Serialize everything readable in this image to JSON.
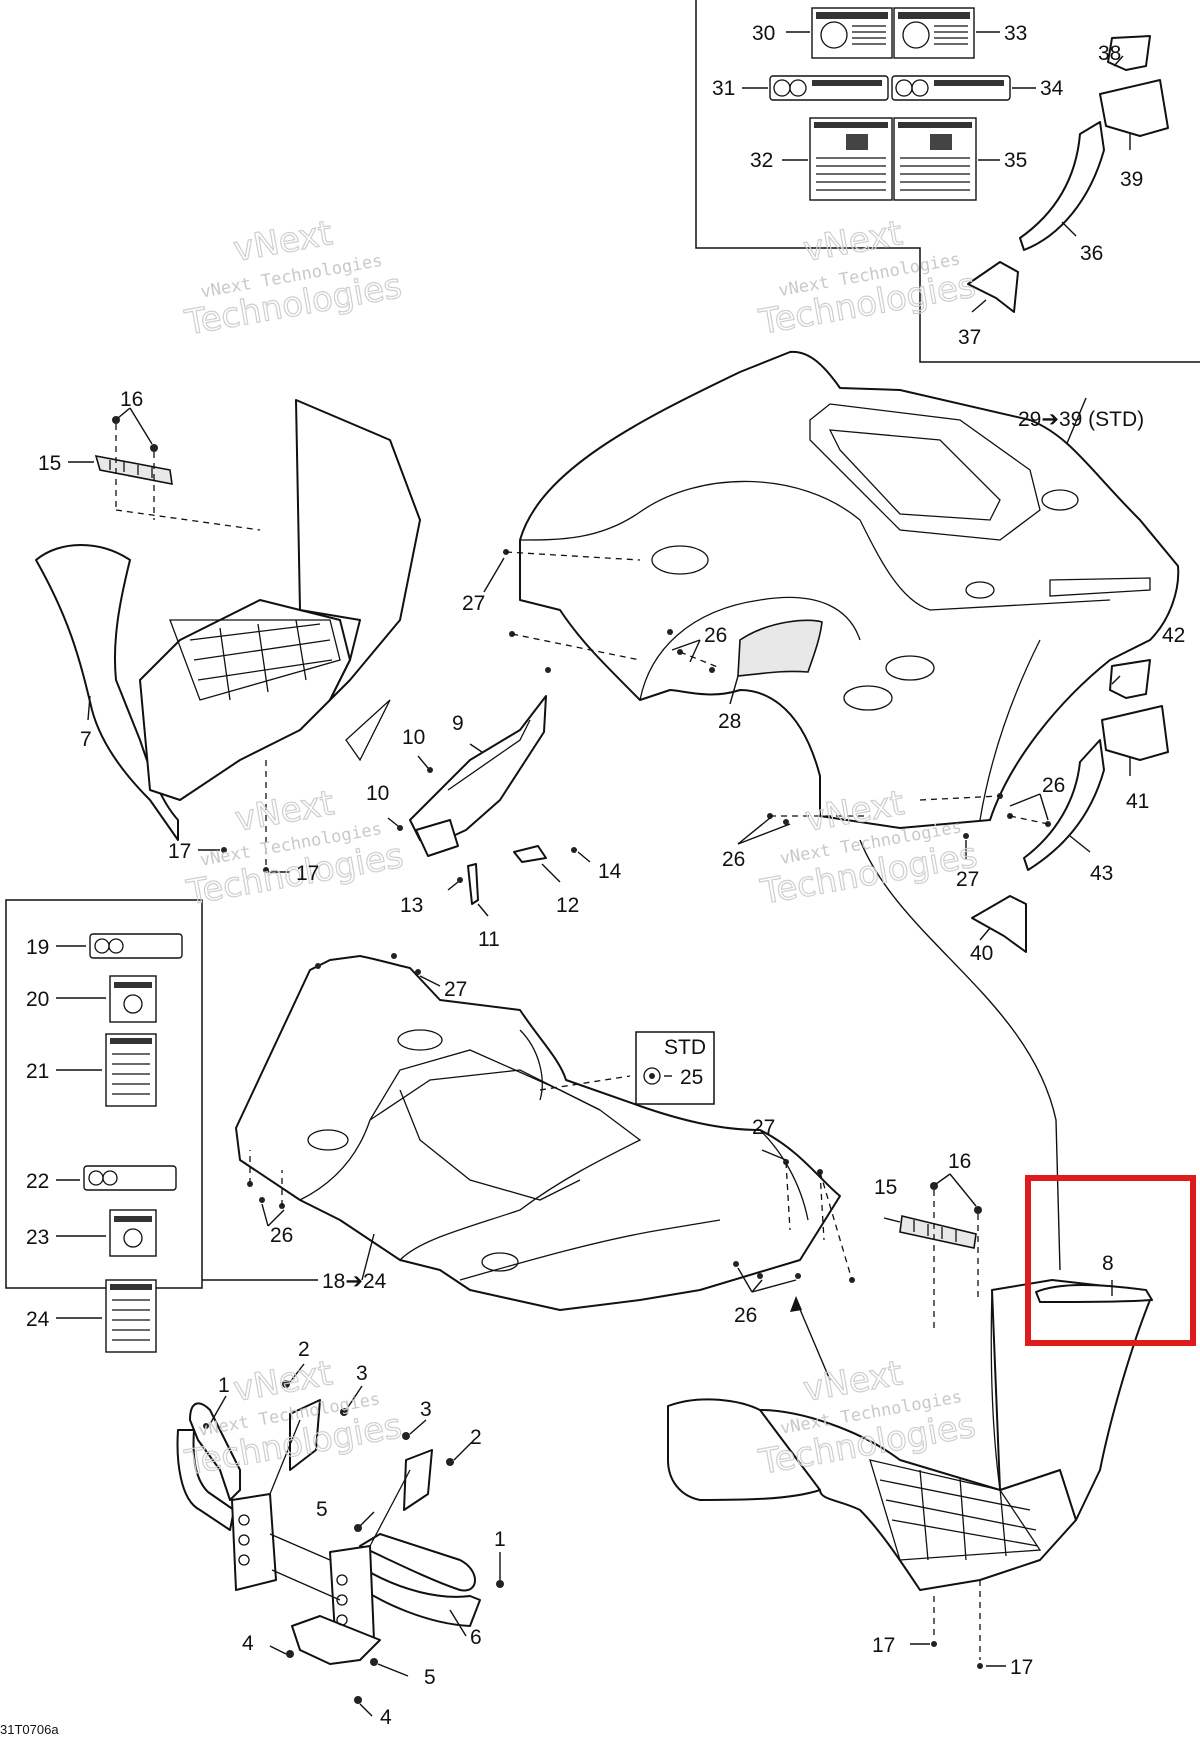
{
  "diagram": {
    "drawing_code": "31T0706a",
    "watermark": {
      "line1": "vNext",
      "line2": "vNext Technologies",
      "line3": "Technologies"
    },
    "callouts": {
      "c1": "1",
      "c2": "2",
      "c3": "3",
      "c4": "4",
      "c5": "5",
      "c6": "6",
      "c7": "7",
      "c8": "8",
      "c9": "9",
      "c10": "10",
      "c11": "11",
      "c12": "12",
      "c13": "13",
      "c14": "14",
      "c15": "15",
      "c16": "16",
      "c17": "17",
      "c19": "19",
      "c20": "20",
      "c21": "21",
      "c22": "22",
      "c23": "23",
      "c24": "24",
      "c25": "25",
      "c26": "26",
      "c27": "27",
      "c28": "28",
      "c30": "30",
      "c31": "31",
      "c32": "32",
      "c33": "33",
      "c34": "34",
      "c35": "35",
      "c36": "36",
      "c37": "37",
      "c38": "38",
      "c39": "39",
      "c40": "40",
      "c41": "41",
      "c42": "42",
      "c43": "43"
    },
    "group_labels": {
      "rear_kit": "29➔39 (STD)",
      "front_kit": "18➔24",
      "std": "STD"
    },
    "highlight_color": "#e01b1b",
    "highlighted_part": "8"
  }
}
